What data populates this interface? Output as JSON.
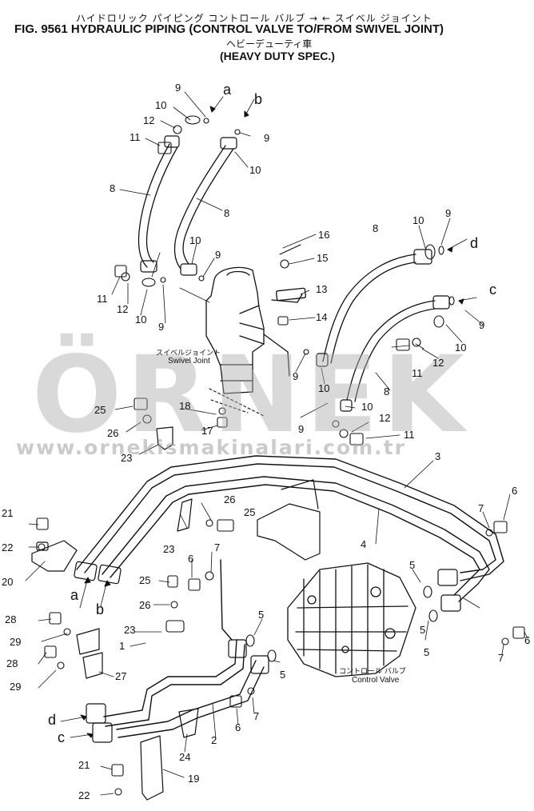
{
  "header": {
    "title_jp": "ハイドロリック パイピング コントロール バルブ → ← スイベル ジョイント",
    "title": "FIG. 9561 HYDRAULIC PIPING (CONTROL VALVE TO/FROM SWIVEL JOINT)",
    "subtitle_jp": "ヘビーデューティ車",
    "subtitle": "(HEAVY DUTY SPEC.)"
  },
  "watermark": {
    "brand": "ÖRNEK",
    "url": "www.ornekismakinalari.com.tr"
  },
  "labels": {
    "swivel_jp": "スイベルジョイント",
    "swivel_en": "Swivel Joint",
    "control_jp": "コントロール バルブ",
    "control_en": "Control Valve"
  },
  "callouts": [
    {
      "id": "c1",
      "text": "9"
    },
    {
      "id": "c2",
      "text": "a"
    },
    {
      "id": "c3",
      "text": "10"
    },
    {
      "id": "c4",
      "text": "b"
    },
    {
      "id": "c5",
      "text": "12"
    },
    {
      "id": "c6",
      "text": "9"
    },
    {
      "id": "c7",
      "text": "11"
    },
    {
      "id": "c8",
      "text": "10"
    },
    {
      "id": "c9",
      "text": "8"
    },
    {
      "id": "c10",
      "text": "8"
    },
    {
      "id": "c11",
      "text": "16"
    },
    {
      "id": "c12",
      "text": "10"
    },
    {
      "id": "c13",
      "text": "9"
    },
    {
      "id": "c14",
      "text": "8"
    },
    {
      "id": "c15",
      "text": "10"
    },
    {
      "id": "c16",
      "text": "9"
    },
    {
      "id": "c17",
      "text": "d"
    },
    {
      "id": "c18",
      "text": "15"
    },
    {
      "id": "c19",
      "text": "11"
    },
    {
      "id": "c20",
      "text": "12"
    },
    {
      "id": "c21",
      "text": "10"
    },
    {
      "id": "c22",
      "text": "9"
    },
    {
      "id": "c23",
      "text": "13"
    },
    {
      "id": "c24",
      "text": "c"
    },
    {
      "id": "c25",
      "text": "14"
    },
    {
      "id": "c26",
      "text": "9"
    },
    {
      "id": "c27",
      "text": "10"
    },
    {
      "id": "c28",
      "text": "11"
    },
    {
      "id": "c29",
      "text": "12"
    },
    {
      "id": "c30",
      "text": "9"
    },
    {
      "id": "c31",
      "text": "10"
    },
    {
      "id": "c32",
      "text": "8"
    },
    {
      "id": "c33",
      "text": "25"
    },
    {
      "id": "c34",
      "text": "18"
    },
    {
      "id": "c35",
      "text": "10"
    },
    {
      "id": "c36",
      "text": "26"
    },
    {
      "id": "c37",
      "text": "17"
    },
    {
      "id": "c38",
      "text": "9"
    },
    {
      "id": "c39",
      "text": "12"
    },
    {
      "id": "c40",
      "text": "23"
    },
    {
      "id": "c41",
      "text": "11"
    },
    {
      "id": "c42",
      "text": "3"
    },
    {
      "id": "c43",
      "text": "21"
    },
    {
      "id": "c44",
      "text": "26"
    },
    {
      "id": "c45",
      "text": "25"
    },
    {
      "id": "c46",
      "text": "22"
    },
    {
      "id": "c47",
      "text": "4"
    },
    {
      "id": "c48",
      "text": "5"
    },
    {
      "id": "c49",
      "text": "7"
    },
    {
      "id": "c50",
      "text": "20"
    },
    {
      "id": "c51",
      "text": "23"
    },
    {
      "id": "c52",
      "text": "6"
    },
    {
      "id": "c53",
      "text": "7"
    },
    {
      "id": "c54",
      "text": "6"
    },
    {
      "id": "c55",
      "text": "a"
    },
    {
      "id": "c56",
      "text": "b"
    },
    {
      "id": "c57",
      "text": "25"
    },
    {
      "id": "c58",
      "text": "26"
    },
    {
      "id": "c59",
      "text": "28"
    },
    {
      "id": "c60",
      "text": "29"
    },
    {
      "id": "c61",
      "text": "5"
    },
    {
      "id": "c62",
      "text": "5"
    },
    {
      "id": "c63",
      "text": "23"
    },
    {
      "id": "c64",
      "text": "1"
    },
    {
      "id": "c65",
      "text": "6"
    },
    {
      "id": "c66",
      "text": "28"
    },
    {
      "id": "c67",
      "text": "27"
    },
    {
      "id": "c68",
      "text": "29"
    },
    {
      "id": "c69",
      "text": "5"
    },
    {
      "id": "c70",
      "text": "7"
    },
    {
      "id": "c71",
      "text": "d"
    },
    {
      "id": "c72",
      "text": "c"
    },
    {
      "id": "c73",
      "text": "6"
    },
    {
      "id": "c74",
      "text": "7"
    },
    {
      "id": "c75",
      "text": "2"
    },
    {
      "id": "c76",
      "text": "24"
    },
    {
      "id": "c77",
      "text": "21"
    },
    {
      "id": "c78",
      "text": "19"
    },
    {
      "id": "c79",
      "text": "22"
    },
    {
      "id": "c80",
      "text": "5"
    }
  ]
}
